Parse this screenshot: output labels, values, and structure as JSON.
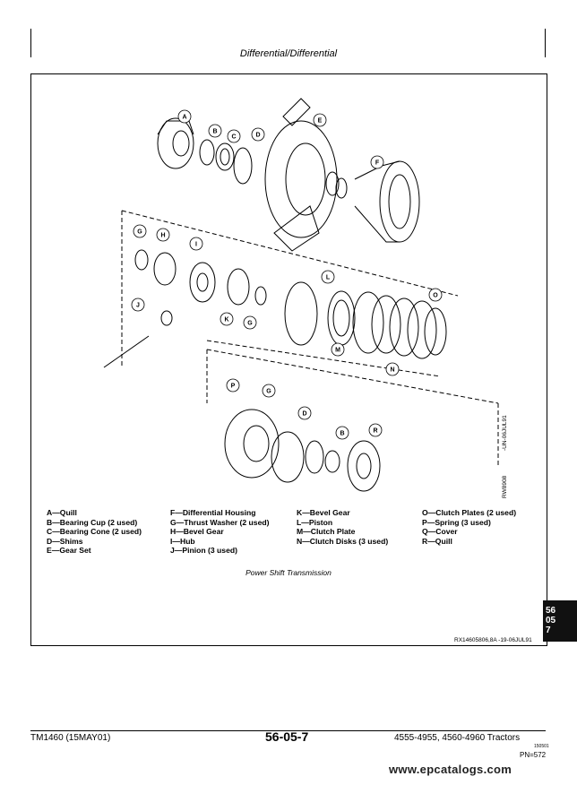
{
  "header": {
    "title": "Differential/Differential"
  },
  "figure": {
    "callouts": [
      "A",
      "B",
      "C",
      "D",
      "E",
      "F",
      "G",
      "H",
      "I",
      "J",
      "K",
      "G",
      "L",
      "M",
      "N",
      "O",
      "P",
      "G",
      "D",
      "B",
      "R"
    ],
    "side_id_1": "RW8908",
    "side_id_2": "-UN-06JUL91",
    "caption": "Power Shift Transmission",
    "ref": "RX14605806,8A  -19-06JUL91"
  },
  "legend": {
    "col1": [
      "A—Quill",
      "B—Bearing Cup (2 used)",
      "C—Bearing Cone (2 used)",
      "D—Shims",
      "E—Gear Set"
    ],
    "col2": [
      "F—Differential Housing",
      "G—Thrust Washer (2 used)",
      "H—Bevel Gear",
      "I—Hub",
      "J—Pinion (3 used)"
    ],
    "col3": [
      "K—Bevel Gear",
      "L—Piston",
      "M—Clutch Plate",
      "N—Clutch Disks (3 used)"
    ],
    "col4": [
      "O—Clutch Plates (2 used)",
      "P—Spring (3 used)",
      "Q—Cover",
      "R—Quill"
    ]
  },
  "tab": {
    "line1": "56",
    "line2": "05",
    "line3": "7"
  },
  "footer": {
    "manual": "TM1460 (15MAY01)",
    "page": "56-05-7",
    "models": "4555-4955, 4560-4960 Tractors",
    "code": "150501",
    "pn": "PN=572"
  },
  "watermark": "www.epcatalogs.com"
}
